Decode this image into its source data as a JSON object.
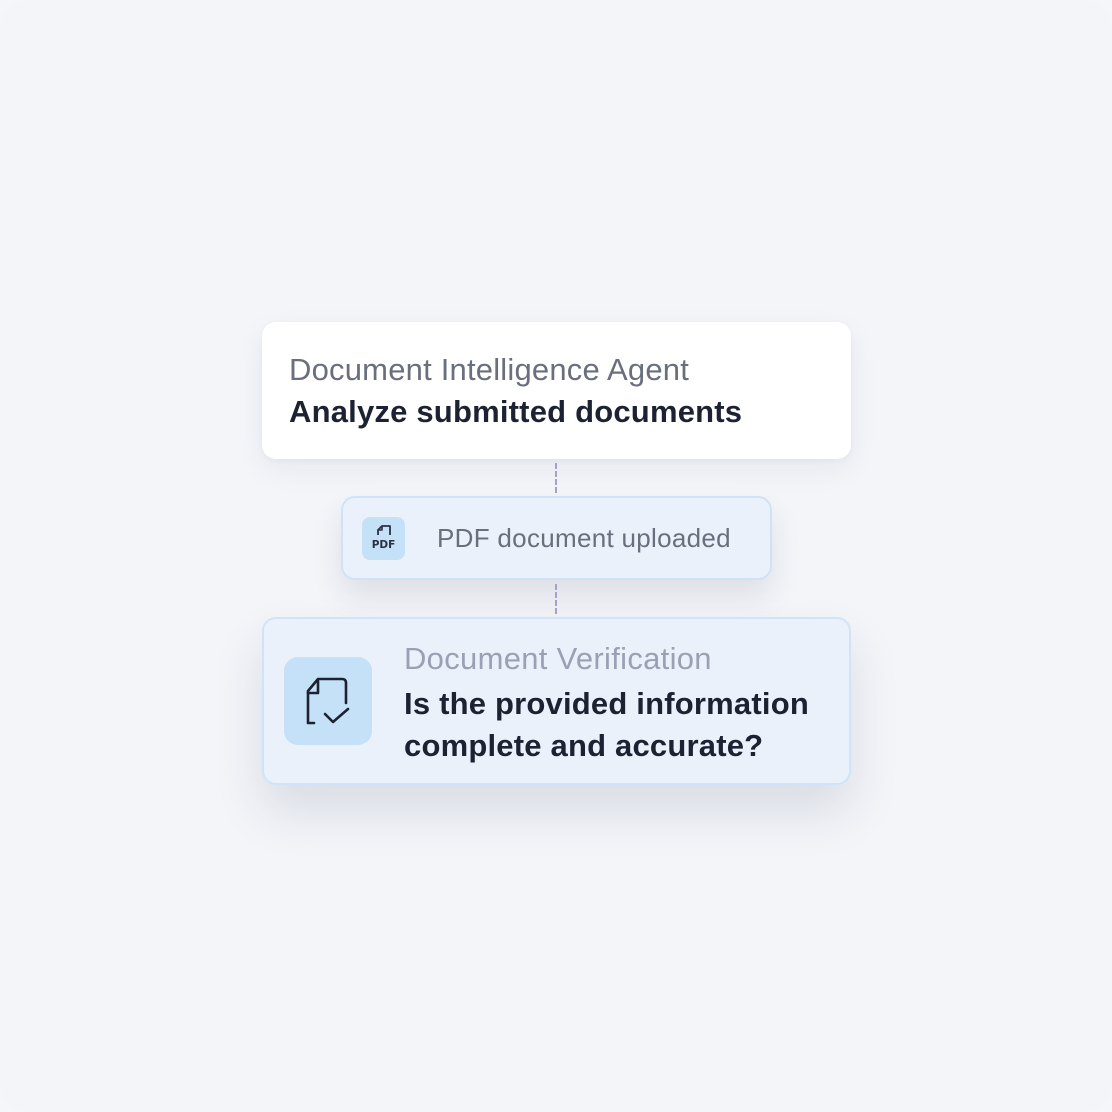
{
  "agent_card": {
    "name": "Document Intelligence Agent",
    "task": "Analyze submitted documents"
  },
  "event_card": {
    "icon": "pdf-file-icon",
    "icon_text": "PDF",
    "label": "PDF document uploaded"
  },
  "verification_card": {
    "icon": "document-check-icon",
    "title": "Document Verification",
    "question": "Is the provided information complete and accurate?"
  },
  "colors": {
    "background": "#f3f5f9",
    "card_white": "#ffffff",
    "card_blue": "#eaf1fa",
    "icon_tile": "#c4e1f8",
    "text_dark": "#1d2233",
    "text_muted": "#6a6f7d",
    "connector": "#a99fcc"
  }
}
